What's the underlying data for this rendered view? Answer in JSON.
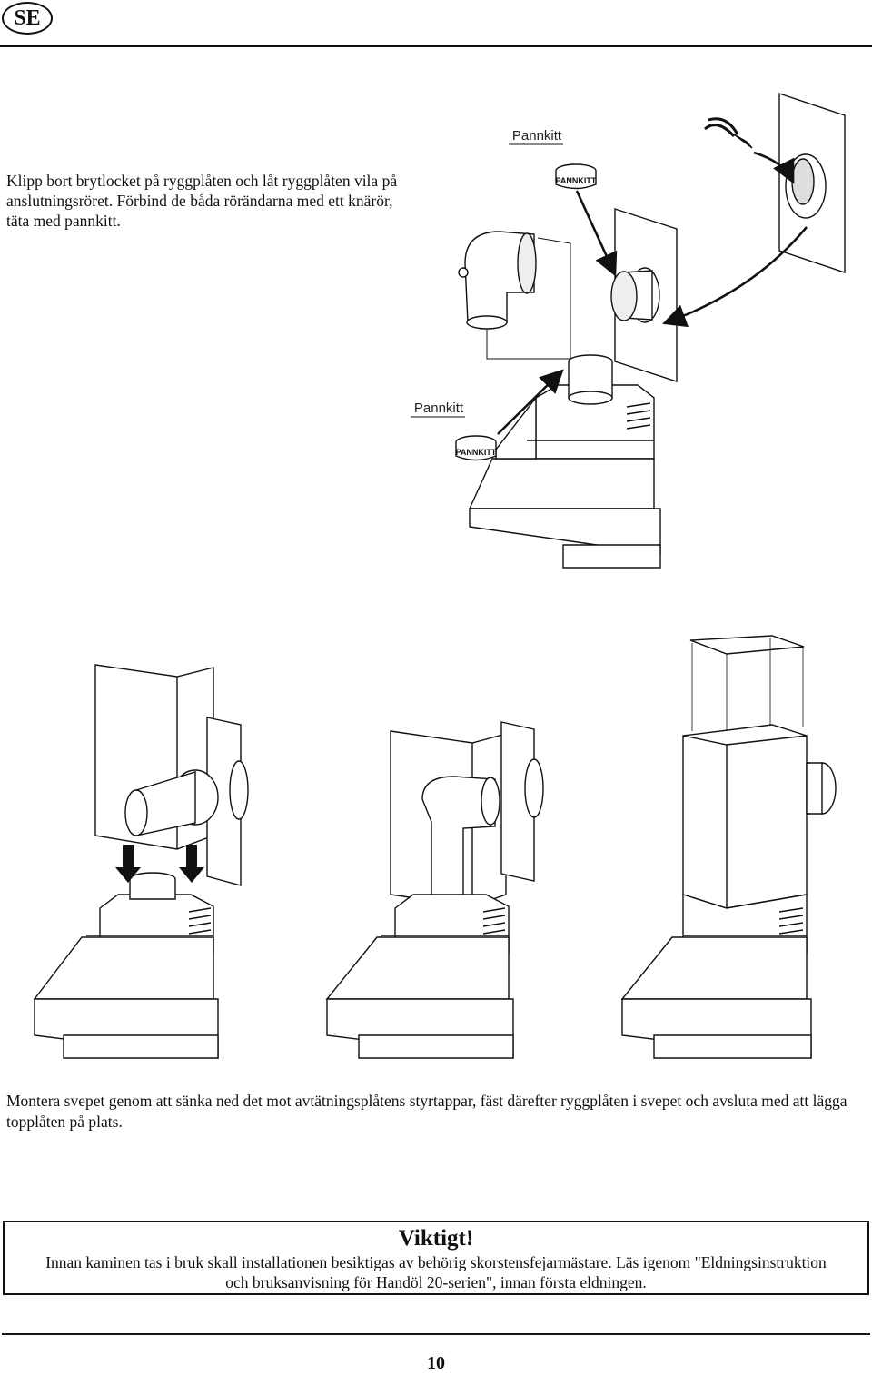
{
  "header": {
    "language_badge": "SE"
  },
  "step1": {
    "text": "Klipp bort brytlocket på ryggplåten och låt ryggplåten vila på anslutningsröret. Förbind de båda rörändarna med ett knärör, täta med pannkitt.",
    "label_top": "Pannkitt",
    "label_mid": "Pannkitt",
    "jar_label": "PANNKITT"
  },
  "step2": {
    "text": "Montera svepet genom att sänka ned det mot avtätningsplåtens styrtappar, fäst därefter ryggplåten i svepet och avsluta med att lägga topplåten på plats."
  },
  "notice": {
    "title": "Viktigt!",
    "line1": "Innan kaminen tas i bruk skall installationen besiktigas av behörig skorstensfejarmästare. Läs igenom \"Eldningsinstruktion",
    "line2": "och bruksanvisning för Handöl 20-serien\", innan första eldningen."
  },
  "footer": {
    "page_number": "10"
  }
}
